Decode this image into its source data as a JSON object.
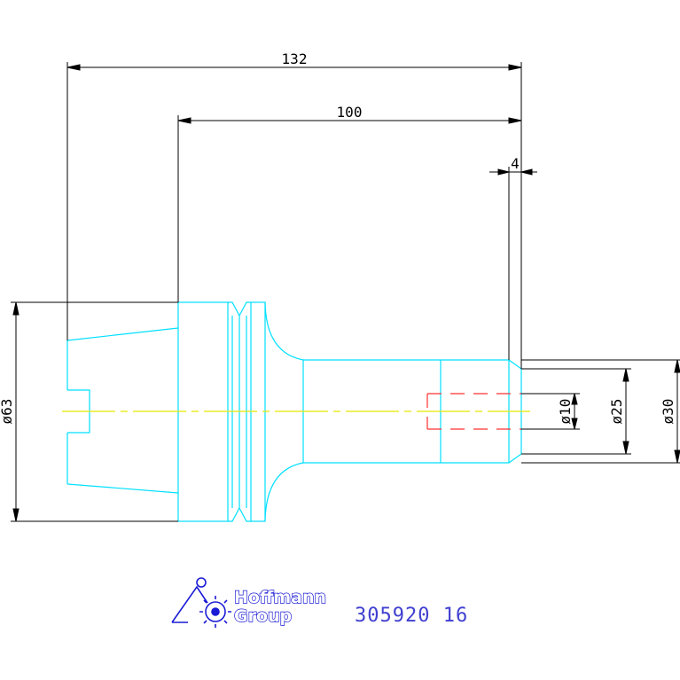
{
  "drawing": {
    "colors": {
      "background": "#ffffff",
      "dimension": "#000000",
      "outline": "#00e0ff",
      "centerline": "#e8e800",
      "bore": "#ff3030",
      "logo": "#1b1bd6"
    },
    "dimensions": {
      "overall_length": "132",
      "shank_length": "100",
      "chamfer": "4",
      "diameter_flange": "ø63",
      "diameter_bore": "ø10",
      "diameter_shank_small": "ø25",
      "diameter_shank": "ø30"
    }
  },
  "title_block": {
    "logo_line1": "Hoffmann",
    "logo_line2": "Group",
    "logo_icon": "hoffmann-logo-icon",
    "part_number": "305920 16"
  }
}
